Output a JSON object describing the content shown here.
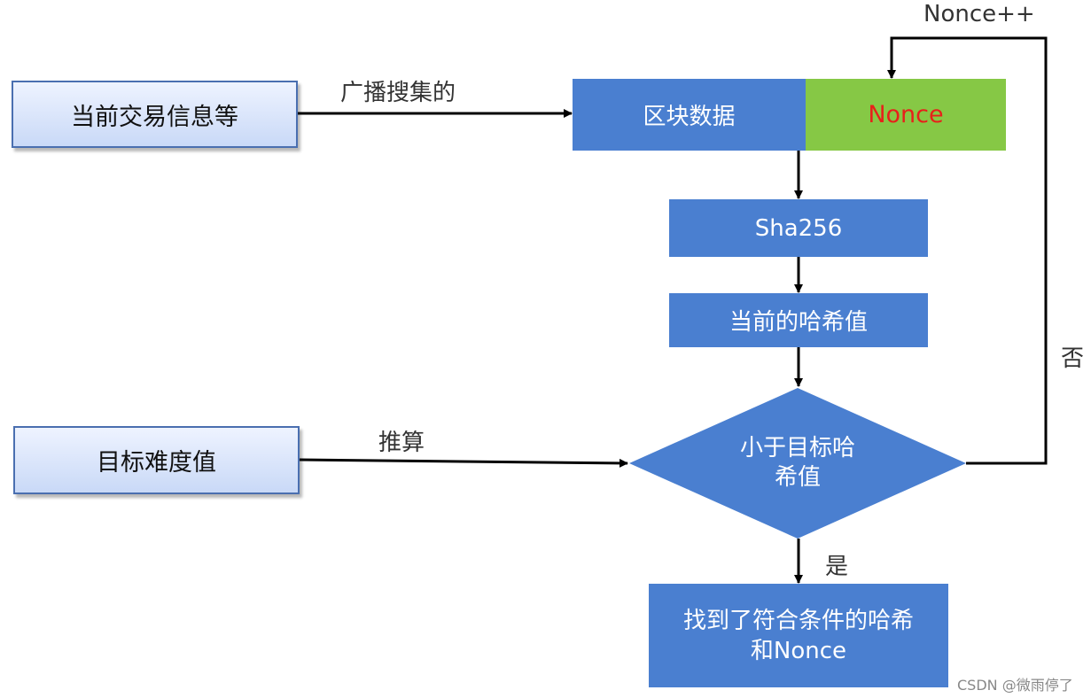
{
  "diagram": {
    "input_tx": "当前交易信息等",
    "input_difficulty": "目标难度值",
    "block_data": "区块数据",
    "nonce": "Nonce",
    "sha": "Sha256",
    "current_hash": "当前的哈希值",
    "decision_line1": "小于目标哈",
    "decision_line2": "希值",
    "result_line1": "找到了符合条件的哈希",
    "result_line2": "和Nonce",
    "label_broadcast": "广播搜集的",
    "label_derive": "推算",
    "label_nonce_inc": "Nonce++",
    "label_no": "否",
    "label_yes": "是"
  },
  "watermark": "CSDN @微雨停了",
  "colors": {
    "process_blue": "#4a7fd0",
    "nonce_green": "#86c845",
    "nonce_text_red": "#e8201a",
    "input_border": "#4a6fb0"
  }
}
